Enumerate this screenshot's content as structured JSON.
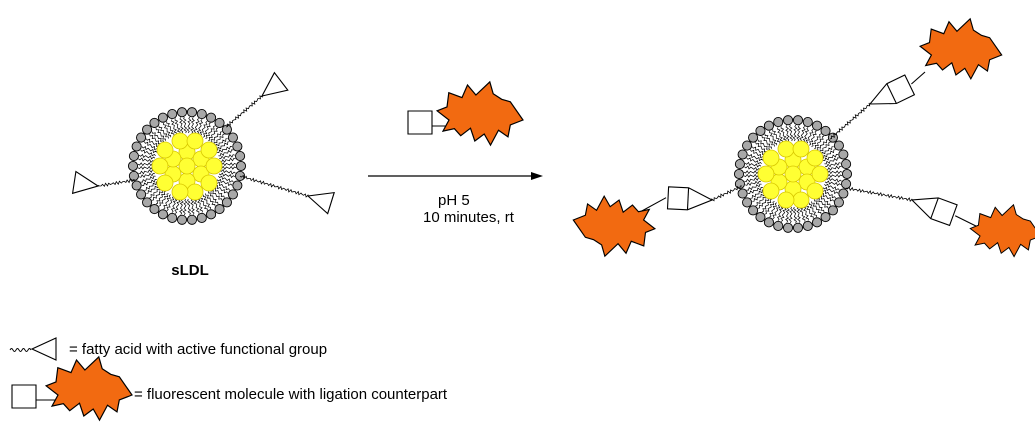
{
  "particle_label": "sLDL",
  "reaction": {
    "condition_line1": "pH 5",
    "condition_line2": "10 minutes, rt"
  },
  "legend": {
    "fatty_acid_text": "= fatty acid with active functional group",
    "fluorescent_text": "= fluorescent molecule with ligation counterpart"
  },
  "colors": {
    "core_fill": "#ffff33",
    "core_stroke": "#d8c800",
    "head_fill": "#a8a8a8",
    "star_fill": "#f26a11",
    "line": "#000000"
  }
}
